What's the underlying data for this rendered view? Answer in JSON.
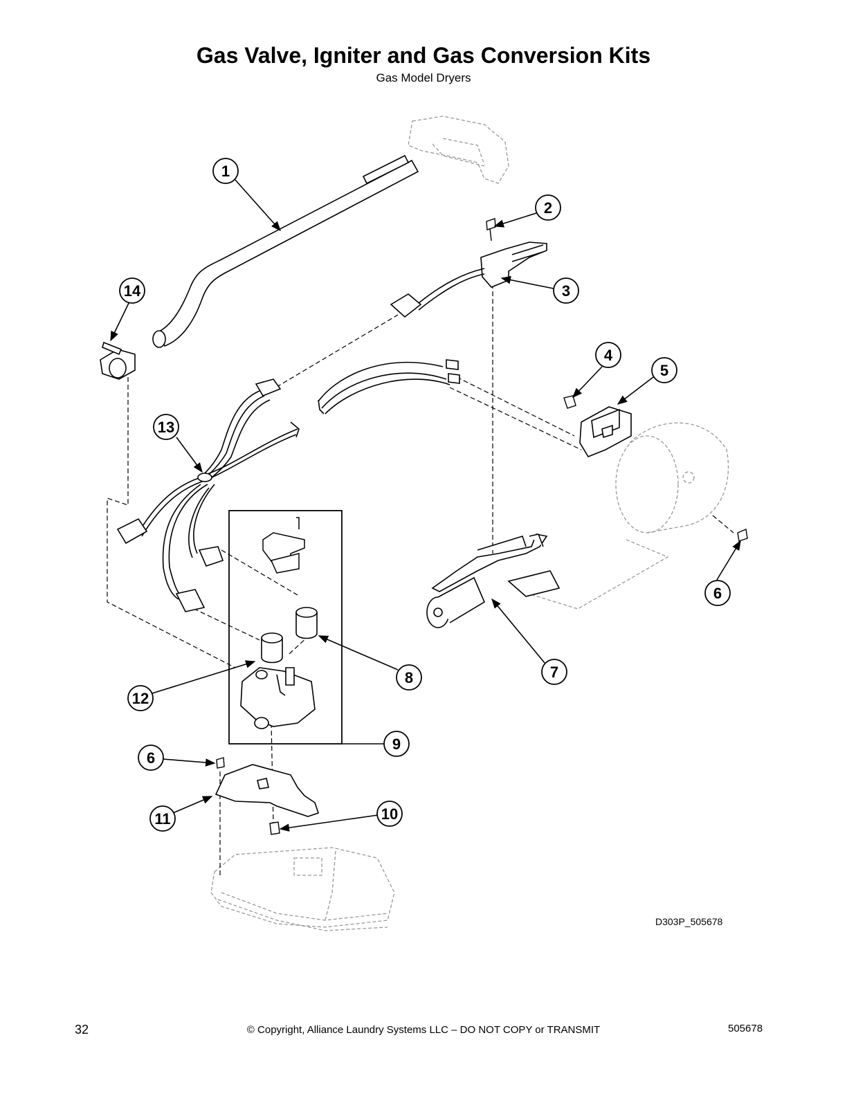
{
  "header": {
    "title": "Gas Valve, Igniter and Gas Conversion Kits",
    "subtitle": "Gas Model Dryers"
  },
  "callouts": [
    {
      "id": "c1",
      "number": "1"
    },
    {
      "id": "c2",
      "number": "2"
    },
    {
      "id": "c3",
      "number": "3"
    },
    {
      "id": "c4",
      "number": "4"
    },
    {
      "id": "c5",
      "number": "5"
    },
    {
      "id": "c6a",
      "number": "6"
    },
    {
      "id": "c6b",
      "number": "6"
    },
    {
      "id": "c7",
      "number": "7"
    },
    {
      "id": "c8",
      "number": "8"
    },
    {
      "id": "c9",
      "number": "9"
    },
    {
      "id": "c10",
      "number": "10"
    },
    {
      "id": "c11",
      "number": "11"
    },
    {
      "id": "c12",
      "number": "12"
    },
    {
      "id": "c13",
      "number": "13"
    },
    {
      "id": "c14",
      "number": "14"
    }
  ],
  "figure_id": "D303P_505678",
  "footer": {
    "page_number": "32",
    "copyright": "© Copyright, Alliance Laundry Systems LLC – DO NOT COPY or TRANSMIT",
    "document_number": "505678"
  }
}
